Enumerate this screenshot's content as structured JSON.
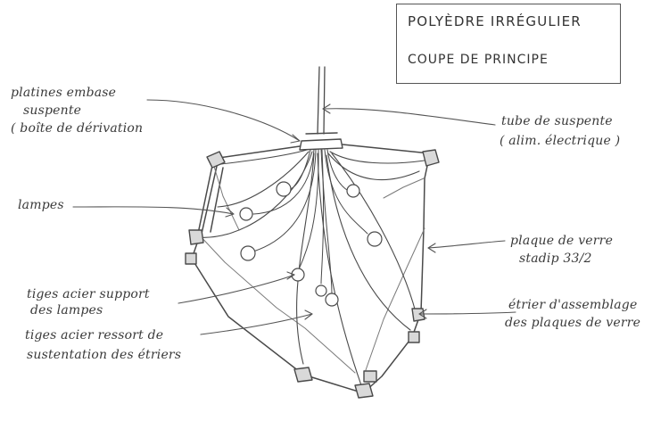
{
  "title": {
    "line1": "POLYÈDRE IRRÉGULIER",
    "line2": "COUPE DE PRINCIPE"
  },
  "labels": {
    "platines_1": "platines embase",
    "platines_2": "suspente",
    "platines_3": "( boîte de dérivation",
    "tube_1": "tube de suspente",
    "tube_2": "( alim. électrique )",
    "lampes": "lampes",
    "plaque_1": "plaque de verre",
    "plaque_2": "stadip 33/2",
    "tiges_support_1": "tiges acier support",
    "tiges_support_2": "des lampes",
    "etrier_1": "étrier d'assemblage",
    "etrier_2": "des plaques de verre",
    "tiges_ressort_1": "tiges acier ressort de",
    "tiges_ressort_2": "sustentation des étriers"
  },
  "colors": {
    "pencil": "#4a4a4a",
    "pencil_light": "#8a8a8a"
  }
}
